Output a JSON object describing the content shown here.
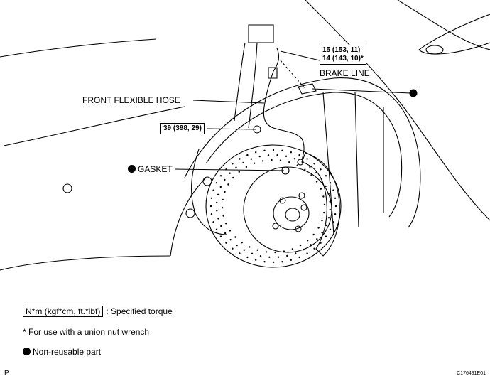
{
  "labels": {
    "torque_brake_line_1": "15 (153, 11)",
    "torque_brake_line_2": "14 (143, 10)*",
    "brake_line": "BRAKE LINE",
    "front_flexible_hose": "FRONT FLEXIBLE HOSE",
    "torque_union_bolt": "39 (398, 29)",
    "gasket": "GASKET"
  },
  "legend": {
    "torque_unit": "N*m (kgf*cm, ft.*lbf)",
    "torque_desc": ": Specified torque",
    "union_nut_note": "* For use with a union nut wrench",
    "non_reusable": "Non-reusable part"
  },
  "footer": {
    "left": "P",
    "right": "C176491E01"
  }
}
